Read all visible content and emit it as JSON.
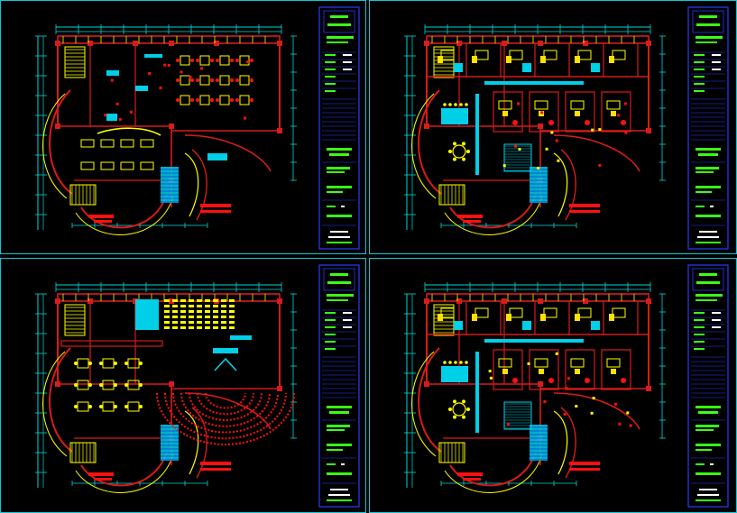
{
  "drawing": {
    "background": "#000000",
    "colors": {
      "wall": "#d81b1b",
      "dimension": "#00d8d8",
      "furniture": "#ffff00",
      "fill_cyan": "#00cfe8",
      "fill_yellow": "#ffe000",
      "title_bar_green": "#39ff14",
      "title_block_blue": "#2a3cff",
      "label_red": "#ff1010",
      "sheet_frame": "#13c6d6"
    },
    "sheets": [
      {
        "key": "top-left",
        "plan": "ground"
      },
      {
        "key": "top-right",
        "plan": "office"
      },
      {
        "key": "bottom-left",
        "plan": "hall"
      },
      {
        "key": "bottom-right",
        "plan": "office"
      }
    ]
  }
}
